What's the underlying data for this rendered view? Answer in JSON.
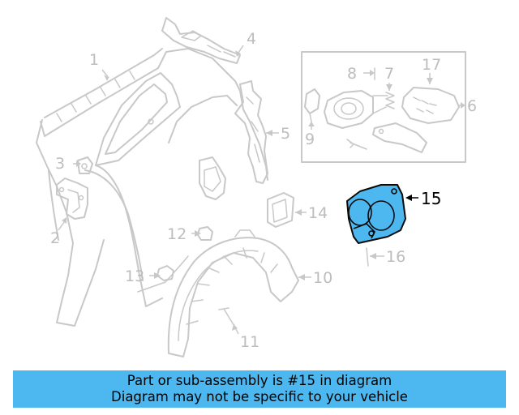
{
  "callouts": {
    "c1": "1",
    "c2": "2",
    "c3": "3",
    "c4": "4",
    "c5": "5",
    "c6": "6",
    "c7": "7",
    "c8": "8",
    "c9": "9",
    "c10": "10",
    "c11": "11",
    "c12": "12",
    "c13": "13",
    "c14": "14",
    "c15": "15",
    "c16": "16",
    "c17": "17"
  },
  "highlight": {
    "part_number": "15",
    "color": "#4db8f0"
  },
  "banner": {
    "line1": "Part or sub-assembly is #15 in diagram",
    "line2": "Diagram may not be specific to your vehicle",
    "background": "#4db8f0"
  }
}
